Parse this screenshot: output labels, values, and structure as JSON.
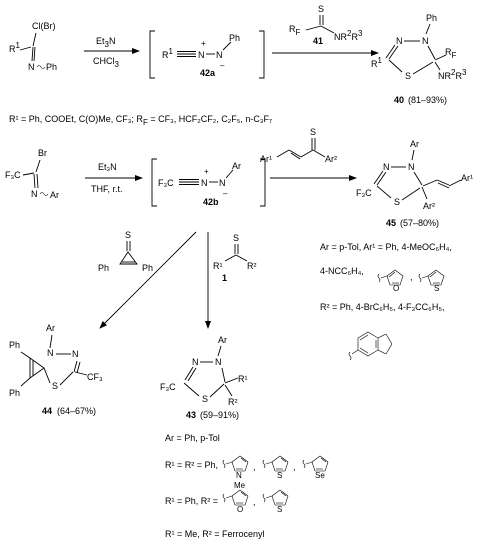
{
  "reaction_1": {
    "start_sub1": "Cl(Br)",
    "start_sub2": "R",
    "start_sub2_sup": "1",
    "start_n": "N",
    "start_ph": "Ph",
    "reagent_top": "Et",
    "reagent_top_sub": "3",
    "reagent_top_tail": "N",
    "reagent_bottom": "CHCl",
    "reagent_bottom_sub": "3",
    "intermediate_r1": "R",
    "intermediate_r1_sup": "1",
    "intermediate_n1": "N",
    "intermediate_n2": "N",
    "intermediate_ph": "Ph",
    "intermediate_plus": "+",
    "intermediate_minus": "–",
    "intermediate_label": "42a",
    "thio_s": "S",
    "thio_rf": "R",
    "thio_rf_sub": "F",
    "thio_nr": "NR",
    "thio_nr_sup1": "2",
    "thio_nr_r": "R",
    "thio_nr_sup2": "3",
    "thio_label": "41",
    "prod_n": "N",
    "prod_n2": "N",
    "prod_ph": "Ph",
    "prod_s": "S",
    "prod_r1": "R",
    "prod_r1_sup": "1",
    "prod_rf": "R",
    "prod_rf_sub": "F",
    "prod_nr": "NR",
    "prod_nr_sup1": "2",
    "prod_nr_r": "R",
    "prod_nr_sup2": "3",
    "prod_label": "40",
    "prod_yield": "(81–93%)",
    "definition": "R¹ = Ph, COOEt, C(O)Me, CF₃; R",
    "definition_sub": "F",
    "definition_tail": " = CF₃, HCF₂CF₂, C₂F₅, n-C₃F₇"
  },
  "reaction_2": {
    "start_br": "Br",
    "start_cf3": "F₃C",
    "start_n": "N",
    "start_ar": "Ar",
    "reagent_top": "Et₃N",
    "reagent_bottom": "THF, r.t.",
    "intermediate_cf3": "F₃C",
    "intermediate_n1": "N",
    "intermediate_n2": "N",
    "intermediate_ar": "Ar",
    "intermediate_plus": "+",
    "intermediate_minus": "–",
    "intermediate_label": "42b",
    "enone_s": "S",
    "enone_ar1": "Ar¹",
    "enone_ar2": "Ar²",
    "p45_n1": "N",
    "p45_n2": "N",
    "p45_ar": "Ar",
    "p45_s": "S",
    "p45_cf3": "F₃C",
    "p45_ar2": "Ar²",
    "p45_ar1": "Ar¹",
    "p45_label": "45",
    "p45_yield": "(57–80%)",
    "def_ar": "Ar = p-Tol, Ar¹ = Ph, 4-MeOC₆H₄,",
    "def_ar2": "4-NCC₆H₄,",
    "def_r2": "R² = Ph, 4-BrC₆H₅, 4-F₃CC₆H₅,",
    "cyclo_s": "S",
    "cyclo_ph1": "Ph",
    "cyclo_ph2": "Ph",
    "thione_s": "S",
    "thione_r1": "R¹",
    "thione_r2": "R²",
    "thione_label": "1",
    "p44_ph1": "Ph",
    "p44_ph2": "Ph",
    "p44_ar": "Ar",
    "p44_n1": "N",
    "p44_n2": "N",
    "p44_s": "S",
    "p44_cf3": "CF₃",
    "p44_label": "44",
    "p44_yield": "(64–67%)",
    "p43_ar": "Ar",
    "p43_n1": "N",
    "p43_n2": "N",
    "p43_s": "S",
    "p43_cf3": "F₃C",
    "p43_r1": "R¹",
    "p43_r2": "R²",
    "p43_label": "43",
    "p43_yield": "(59–91%)"
  },
  "definitions_43": {
    "ar_line": "Ar = Ph, p-Tol",
    "r1r2_line": "R¹ = R² = Ph,",
    "pyrrole_n": "N",
    "pyrrole_me": "Me",
    "thioph_s": "S",
    "selenoph_se": "Se",
    "r1ph_line": "R¹ = Ph, R² =",
    "furan_o": "O",
    "thioph2_s": "S",
    "ferro_line": "R¹ = Me, R² = Ferrocenyl",
    "ar_furan_o": "O",
    "ar_thioph_s": "S",
    "comma": ","
  }
}
